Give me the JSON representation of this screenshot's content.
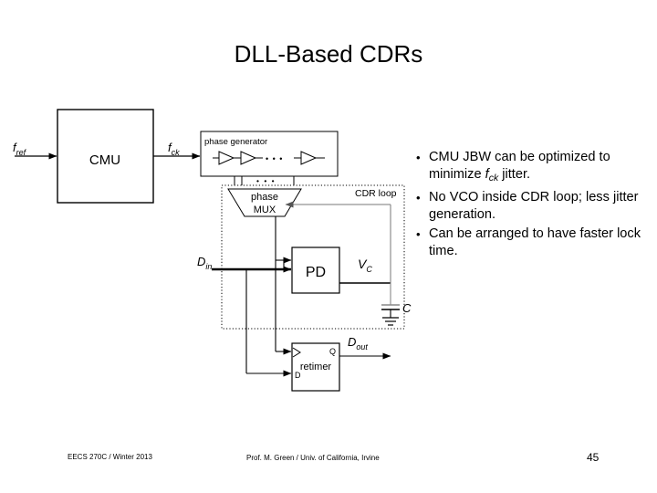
{
  "slide": {
    "title": "DLL-Based CDRs",
    "page_number": "45"
  },
  "diagram": {
    "blocks": {
      "cmu": "CMU",
      "phase_generator": "phase generator",
      "phase_mux_line1": "phase",
      "phase_mux_line2": "MUX",
      "pd": "PD",
      "retimer": "retimer",
      "retimer_clk_pin": "",
      "retimer_d_pin": "D",
      "retimer_q_pin": "Q",
      "cdr_loop": "CDR loop"
    },
    "signals": {
      "f_ref_base": "f",
      "f_ref_sub": "ref",
      "f_ck_base": "f",
      "f_ck_sub": "ck",
      "d_in_base": "D",
      "d_in_sub": "in",
      "d_out_base": "D",
      "d_out_sub": "out",
      "v_c_base": "V",
      "v_c_sub": "C",
      "cap": "C",
      "ellipsis": "• • •"
    }
  },
  "bullets": [
    {
      "marker": "•",
      "part1": "CMU JBW can be optimized to minimize ",
      "italic": "f",
      "italic_sub": "ck",
      "part2": " jitter."
    },
    {
      "marker": "•",
      "part1": "No VCO inside CDR loop; less jitter generation.",
      "italic": "",
      "italic_sub": "",
      "part2": ""
    },
    {
      "marker": "•",
      "part1": "Can be arranged to have faster lock time.",
      "italic": "",
      "italic_sub": "",
      "part2": ""
    }
  ],
  "footer": {
    "left": "EECS 270C / Winter 2013",
    "center": "Prof. M. Green / Univ. of California, Irvine"
  }
}
